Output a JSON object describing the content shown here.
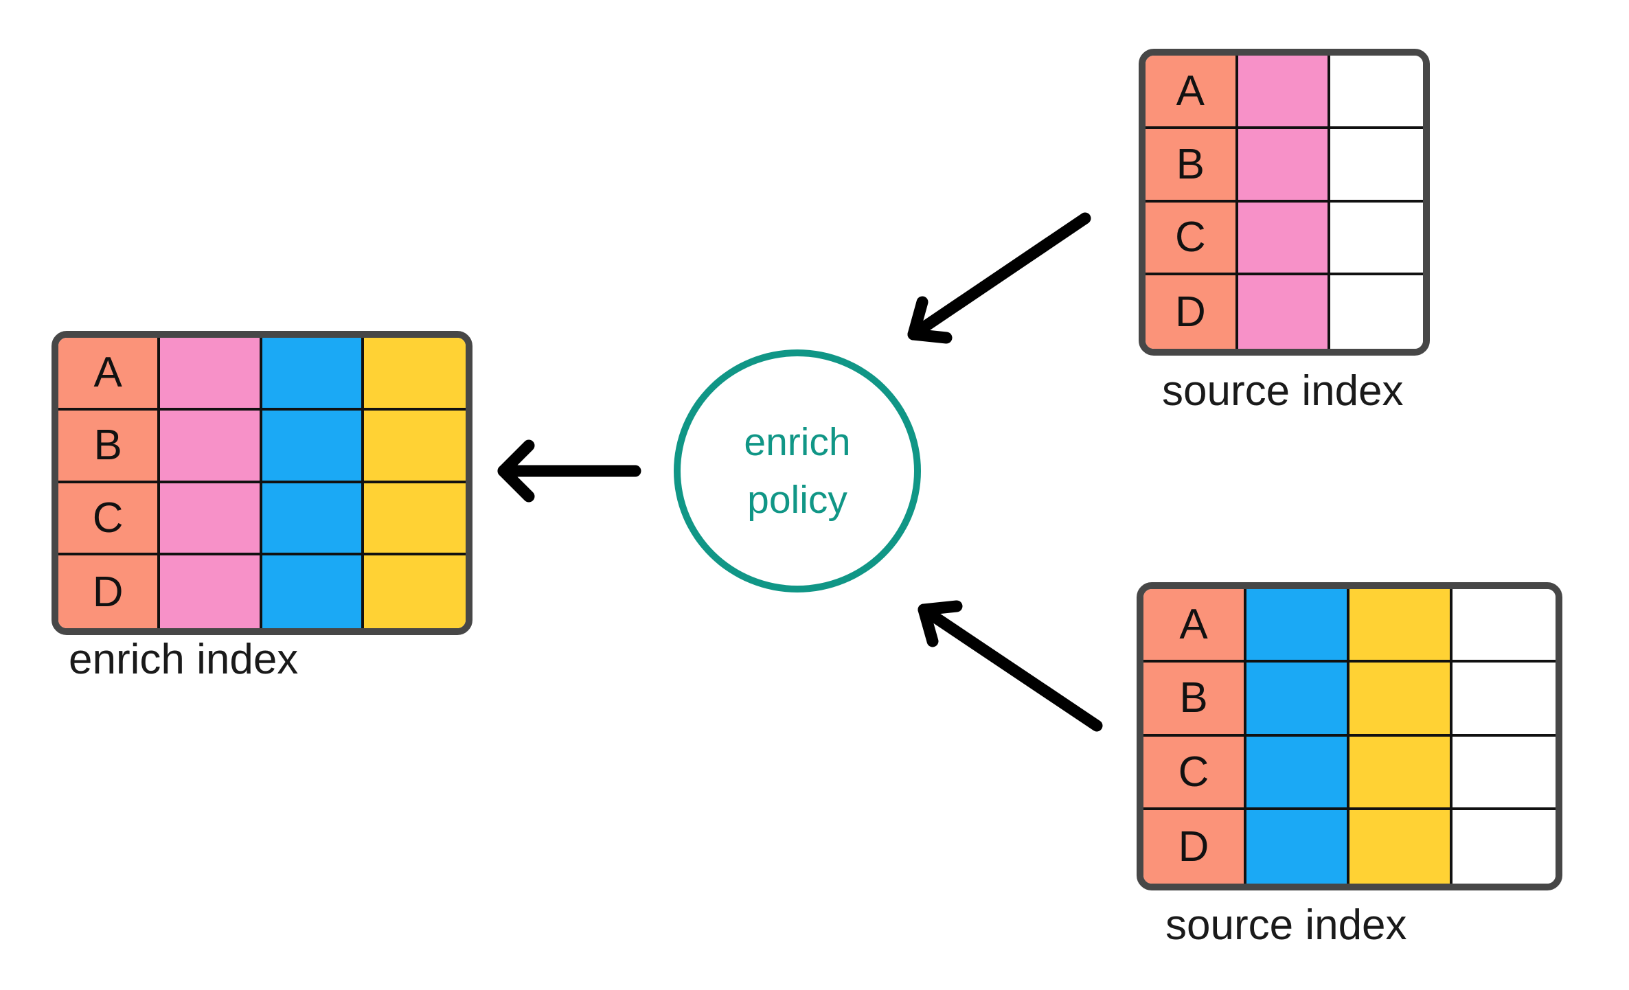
{
  "colors": {
    "salmon": "#FB9379",
    "pink": "#F791C8",
    "blue": "#1BA9F5",
    "yellow": "#FFD234",
    "white": "#FFFFFF",
    "teal": "#109686",
    "table_border": "#474747",
    "grid_line": "#111111",
    "arrow": "#000000",
    "text": "#1A1A1A"
  },
  "enrich_index": {
    "label": "enrich index",
    "row_labels": [
      "A",
      "B",
      "C",
      "D"
    ],
    "columns": [
      "salmon",
      "pink",
      "blue",
      "yellow"
    ]
  },
  "source_index_top": {
    "label": "source index",
    "row_labels": [
      "A",
      "B",
      "C",
      "D"
    ],
    "columns": [
      "salmon",
      "pink",
      "white"
    ]
  },
  "source_index_bottom": {
    "label": "source index",
    "row_labels": [
      "A",
      "B",
      "C",
      "D"
    ],
    "columns": [
      "salmon",
      "blue",
      "yellow",
      "white"
    ]
  },
  "enrich_policy": {
    "line1": "enrich",
    "line2": "policy"
  }
}
